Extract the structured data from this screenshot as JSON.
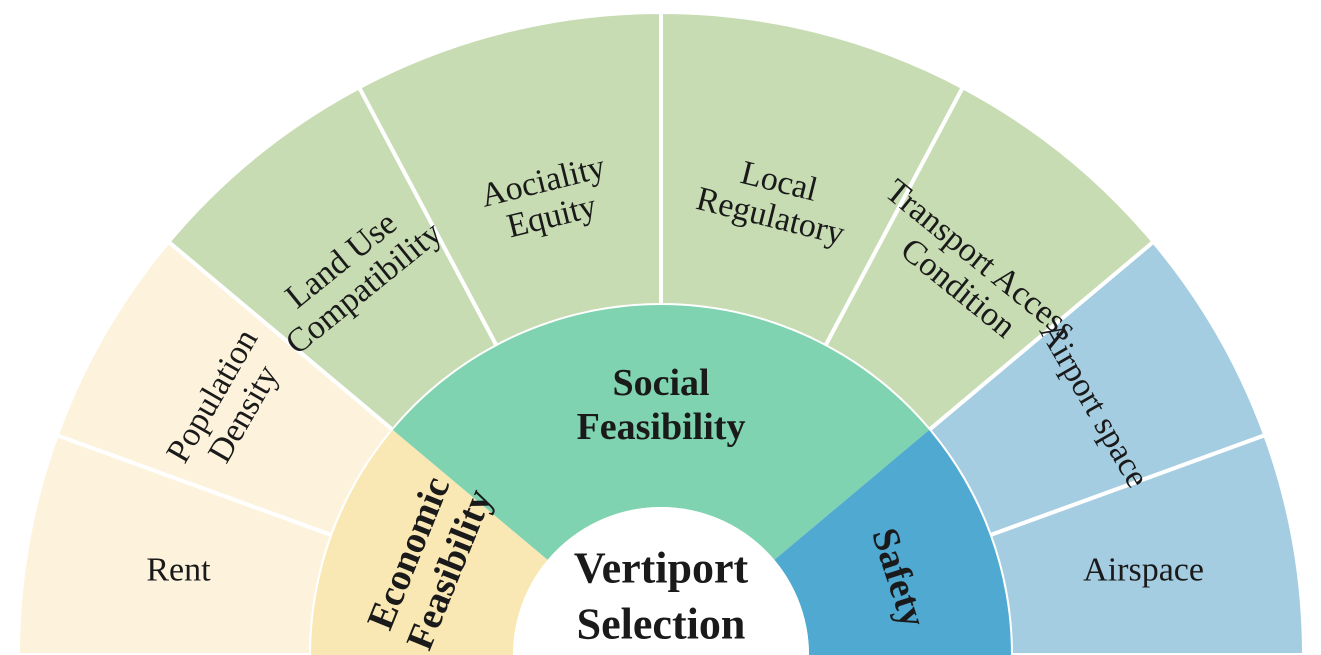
{
  "center": {
    "lines": [
      "Vertiport",
      "Selection"
    ]
  },
  "categories": [
    {
      "id": "economic",
      "lines": [
        "Economic",
        "Feasibility"
      ],
      "color": "#fae8b4"
    },
    {
      "id": "social",
      "lines": [
        "Social",
        "Feasibility"
      ],
      "color": "#7fd3b0"
    },
    {
      "id": "safety",
      "lines": [
        "Safety"
      ],
      "color": "#4fa9d1"
    }
  ],
  "factors": [
    {
      "id": "rent",
      "category": "economic",
      "lines": [
        "Rent"
      ],
      "color": "#fdf3dc"
    },
    {
      "id": "population-density",
      "category": "economic",
      "lines": [
        "Population",
        "Density"
      ],
      "color": "#fdf3dc"
    },
    {
      "id": "land-use-compatibility",
      "category": "social",
      "lines": [
        "Land Use",
        "Compatibility"
      ],
      "color": "#c7dcb2"
    },
    {
      "id": "aociality-equity",
      "category": "social",
      "lines": [
        "Aociality",
        "Equity"
      ],
      "color": "#c7dcb2"
    },
    {
      "id": "local-regulatory",
      "category": "social",
      "lines": [
        "Local",
        "Regulatory"
      ],
      "color": "#c7dcb2"
    },
    {
      "id": "transport-access-condition",
      "category": "social",
      "lines": [
        "Transport Access",
        "Condition"
      ],
      "color": "#c7dcb2"
    },
    {
      "id": "airport-space",
      "category": "safety",
      "lines": [
        "Airport space"
      ],
      "color": "#a5cde1"
    },
    {
      "id": "airspace",
      "category": "safety",
      "lines": [
        "Airspace"
      ],
      "color": "#a5cde1"
    }
  ]
}
